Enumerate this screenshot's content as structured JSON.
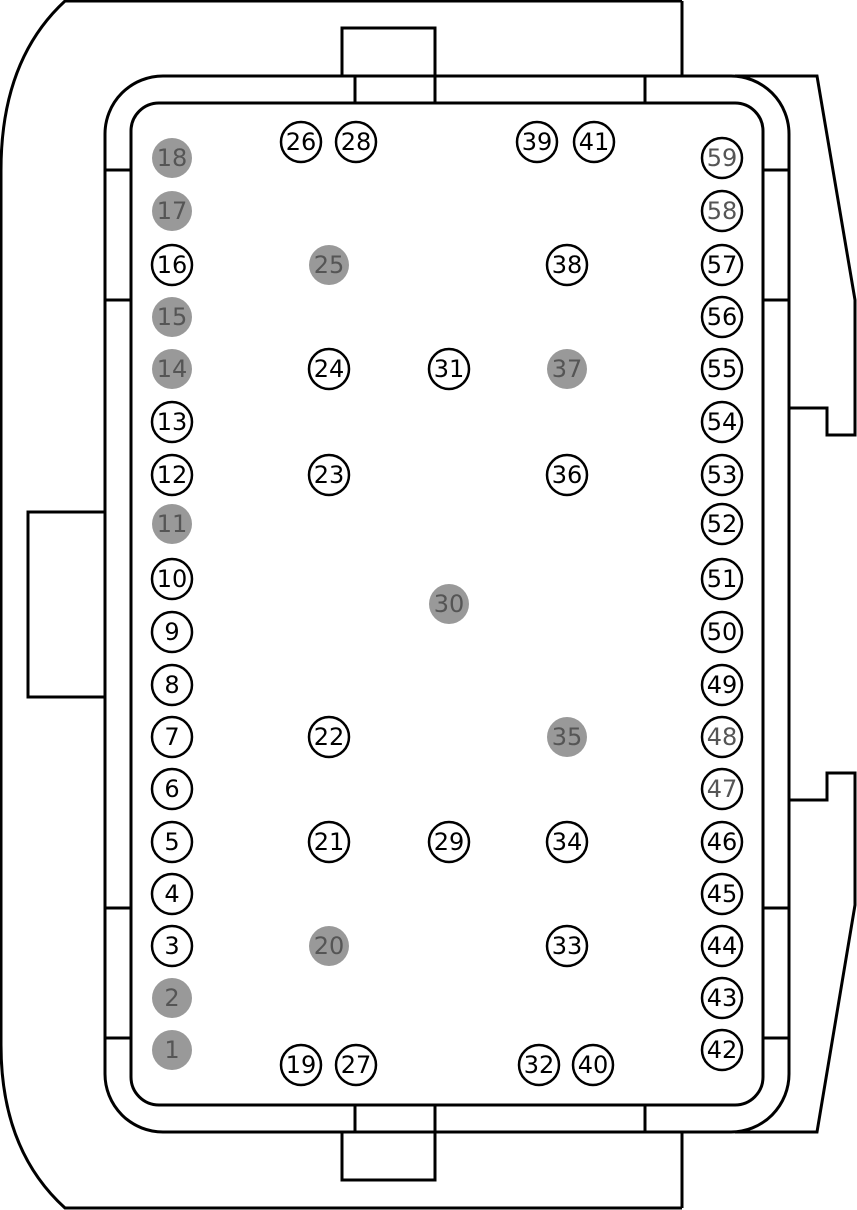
{
  "colors": {
    "stroke": "#000000",
    "filled_pin": "#999999",
    "filled_label": "#555555",
    "background": "#ffffff"
  },
  "pins": [
    {
      "label": "1",
      "filled": true
    },
    {
      "label": "2",
      "filled": true
    },
    {
      "label": "3",
      "filled": false
    },
    {
      "label": "4",
      "filled": false
    },
    {
      "label": "5",
      "filled": false
    },
    {
      "label": "6",
      "filled": false
    },
    {
      "label": "7",
      "filled": false
    },
    {
      "label": "8",
      "filled": false
    },
    {
      "label": "9",
      "filled": false
    },
    {
      "label": "10",
      "filled": false
    },
    {
      "label": "11",
      "filled": true
    },
    {
      "label": "12",
      "filled": false
    },
    {
      "label": "13",
      "filled": false
    },
    {
      "label": "14",
      "filled": true
    },
    {
      "label": "15",
      "filled": true
    },
    {
      "label": "16",
      "filled": false
    },
    {
      "label": "17",
      "filled": true
    },
    {
      "label": "18",
      "filled": true
    },
    {
      "label": "19",
      "filled": false
    },
    {
      "label": "20",
      "filled": true
    },
    {
      "label": "21",
      "filled": false
    },
    {
      "label": "22",
      "filled": false
    },
    {
      "label": "23",
      "filled": false
    },
    {
      "label": "24",
      "filled": false
    },
    {
      "label": "25",
      "filled": true
    },
    {
      "label": "26",
      "filled": false
    },
    {
      "label": "27",
      "filled": false
    },
    {
      "label": "28",
      "filled": false
    },
    {
      "label": "29",
      "filled": false
    },
    {
      "label": "30",
      "filled": true
    },
    {
      "label": "31",
      "filled": false
    },
    {
      "label": "32",
      "filled": false
    },
    {
      "label": "33",
      "filled": false
    },
    {
      "label": "34",
      "filled": false
    },
    {
      "label": "35",
      "filled": true
    },
    {
      "label": "36",
      "filled": false
    },
    {
      "label": "37",
      "filled": true
    },
    {
      "label": "38",
      "filled": false
    },
    {
      "label": "39",
      "filled": false
    },
    {
      "label": "40",
      "filled": false
    },
    {
      "label": "41",
      "filled": false
    },
    {
      "label": "42",
      "filled": false
    },
    {
      "label": "43",
      "filled": false
    },
    {
      "label": "44",
      "filled": false
    },
    {
      "label": "45",
      "filled": false
    },
    {
      "label": "46",
      "filled": false
    },
    {
      "label": "47",
      "filled": false,
      "grey_text": true
    },
    {
      "label": "48",
      "filled": false,
      "grey_text": true
    },
    {
      "label": "49",
      "filled": false
    },
    {
      "label": "50",
      "filled": false
    },
    {
      "label": "51",
      "filled": false
    },
    {
      "label": "52",
      "filled": false
    },
    {
      "label": "53",
      "filled": false
    },
    {
      "label": "54",
      "filled": false
    },
    {
      "label": "55",
      "filled": false
    },
    {
      "label": "56",
      "filled": false
    },
    {
      "label": "57",
      "filled": false
    },
    {
      "label": "58",
      "filled": false,
      "grey_text": true
    },
    {
      "label": "59",
      "filled": false,
      "grey_text": true
    }
  ]
}
